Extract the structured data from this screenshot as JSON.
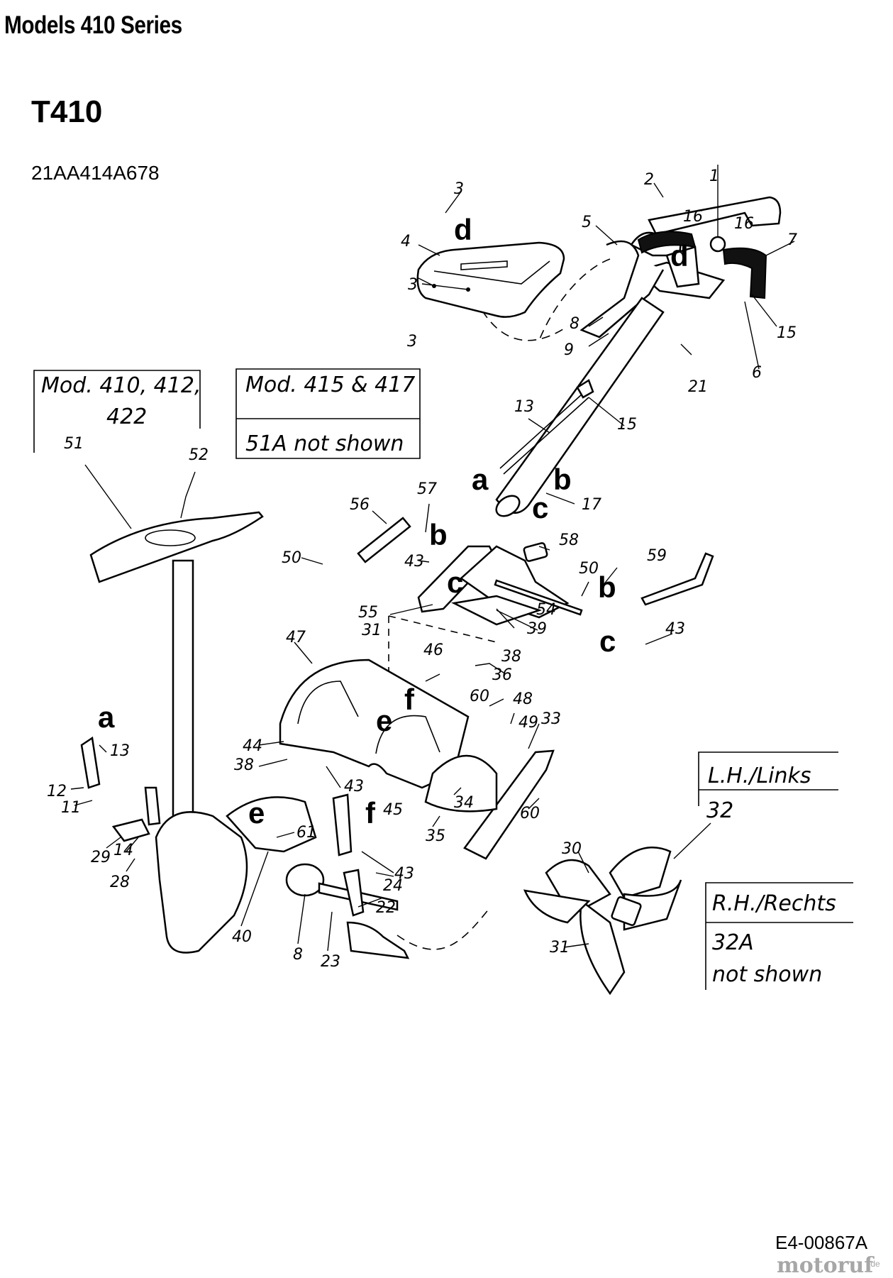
{
  "header": {
    "series_title": "Models 410 Series",
    "model": "T410",
    "part_number": "21AA414A678"
  },
  "footer": {
    "diagram_code": "E4-00867A",
    "brand": "motoruf",
    "brand_tld": ".de"
  },
  "notes": {
    "mod_410": {
      "line1": "Mod. 410, 412,",
      "line2": "422"
    },
    "mod_415": {
      "line1": "Mod. 415 & 417",
      "line2": "51A  not shown"
    },
    "lh": {
      "line1": "L.H./Links",
      "line2": "32"
    },
    "rh": {
      "line1": "R.H./Rechts",
      "line2": "32A",
      "line3": "not shown"
    }
  },
  "callouts": [
    "1",
    "2",
    "3",
    "3",
    "3",
    "4",
    "5",
    "6",
    "7",
    "8",
    "9",
    "13",
    "15",
    "15",
    "16",
    "16",
    "17",
    "21",
    "51",
    "52",
    "56",
    "57",
    "58",
    "50",
    "50",
    "43",
    "55",
    "54",
    "39",
    "59",
    "43",
    "31",
    "47",
    "46",
    "38",
    "36",
    "60",
    "48",
    "49",
    "33",
    "44",
    "38",
    "43",
    "45",
    "34",
    "35",
    "60",
    "13",
    "12",
    "11",
    "29",
    "14",
    "28",
    "61",
    "40",
    "8",
    "23",
    "24",
    "22",
    "43",
    "30",
    "31"
  ],
  "connector_letters": [
    "d",
    "d",
    "a",
    "b",
    "c",
    "b",
    "c",
    "b",
    "c",
    "e",
    "f",
    "a",
    "e",
    "f"
  ]
}
